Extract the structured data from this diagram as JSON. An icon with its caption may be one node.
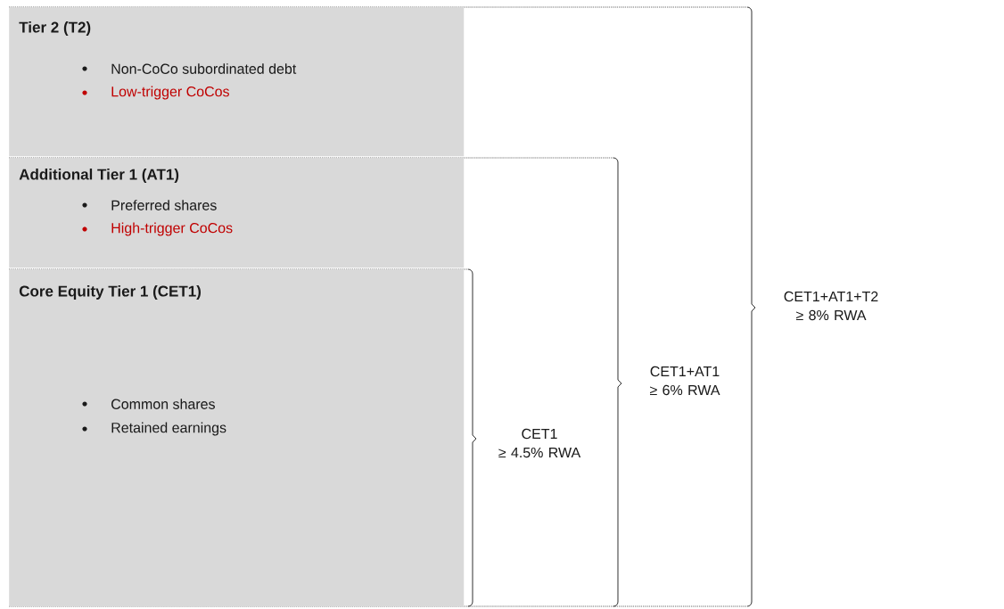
{
  "diagram": {
    "nodes": [
      {
        "text": [
          "Tier 2 (T2)",
          "Non-CoCo subordinated debt",
          "Low-trigger CoCos"
        ]
      },
      {
        "text": [
          "Additional Tier 1 (AT1)",
          "Preferred shares",
          "High-trigger CoCos"
        ]
      },
      {
        "text": [
          "Core Equity Tier 1 (CET1)",
          "Common shares",
          "Retained earnings"
        ]
      }
    ],
    "labels": [
      "CET1 ≥ 4.5% RWA",
      "CET1+AT1 ≥ 6% RWA",
      "CET1+AT1+T2 ≥ 8% RWA"
    ]
  }
}
